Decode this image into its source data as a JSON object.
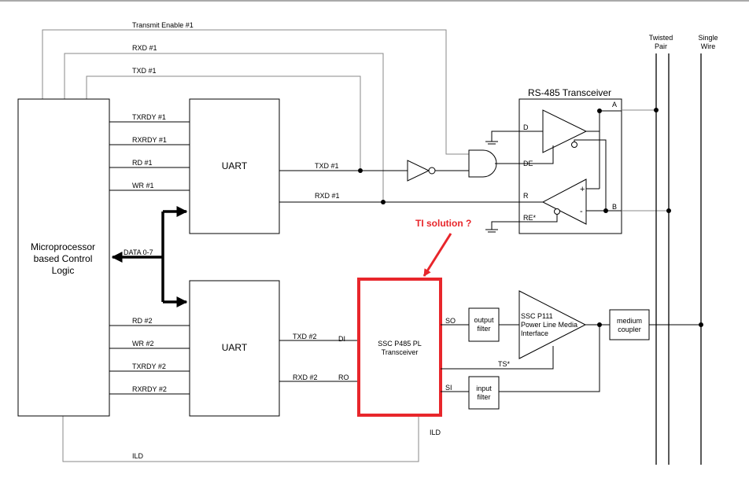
{
  "colors": {
    "highlight": "#e8262b",
    "wire": "#000000",
    "control_line": "#8a8a8a"
  },
  "blocks": {
    "micro": "Microprocessor\nbased Control\nLogic",
    "uart1": "UART",
    "uart2": "UART",
    "rs485": "RS-485 Transceiver",
    "ssc_p485": "SSC P485 PL\nTransceiver",
    "ssc_p111": "SSC P111\nPower Line Media\nInterface",
    "output_filter": "output\nfilter",
    "input_filter": "input\nfilter",
    "medium_coupler": "medium\ncoupler"
  },
  "signals": {
    "transmit_enable": "Transmit Enable #1",
    "rxd1_top": "RXD #1",
    "txd1_top": "TXD #1",
    "txrdy1": "TXRDY #1",
    "rxrdy1": "RXRDY #1",
    "rd1": "RD #1",
    "wr1": "WR #1",
    "txd1": "TXD #1",
    "rxd1": "RXD #1",
    "data": "DATA 0-7",
    "rd2": "RD #2",
    "wr2": "WR #2",
    "txrdy2": "TXRDY #2",
    "rxrdy2": "RXRDY #2",
    "txd2": "TXD #2",
    "rxd2": "RXD #2",
    "ild": "ILD",
    "ild_pin": "ILD",
    "ts": "TS*"
  },
  "pins": {
    "d": "D",
    "de": "DE",
    "r": "R",
    "re": "RE*",
    "a": "A",
    "b": "B",
    "plus": "+",
    "minus": "-",
    "di": "DI",
    "ro": "RO",
    "so": "SO",
    "si": "SI"
  },
  "media": {
    "twisted_pair": "Twisted\nPair",
    "single_wire": "Single\nWire"
  },
  "annotation": {
    "ti_solution": "TI solution ?"
  }
}
